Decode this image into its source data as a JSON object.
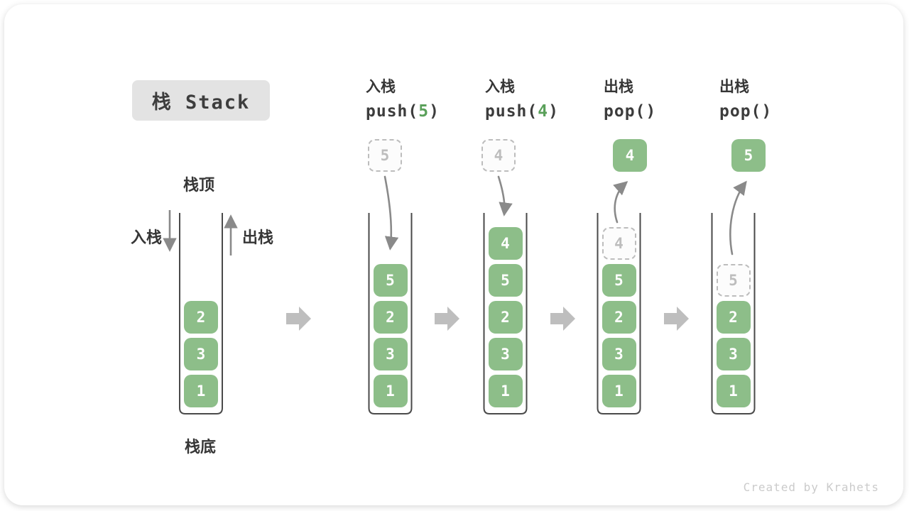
{
  "title": "栈 Stack",
  "watermark": "Created by Krahets",
  "labels": {
    "stack_top": "栈顶",
    "stack_bottom": "栈底",
    "push_side": "入栈",
    "pop_side": "出栈"
  },
  "colors": {
    "block_green": "#8DBE89",
    "code_green": "#5AA05A",
    "block_arrow_gray": "#BEBEBE",
    "curve_arrow_gray": "#8A8A8A",
    "container_dark": "#4A4A4A",
    "ghost_gray": "#BDBDBD",
    "text_dark": "#363636",
    "title_bg": "#E3E3E3",
    "watermark_gray": "#CBCBCB"
  },
  "operations": [
    {
      "label_cn": "入栈",
      "code_pre": "push(",
      "code_arg": "5",
      "code_post": ")"
    },
    {
      "label_cn": "入栈",
      "code_pre": "push(",
      "code_arg": "4",
      "code_post": ")"
    },
    {
      "label_cn": "出栈",
      "code_pre": "pop(",
      "code_arg": "",
      "code_post": ")"
    },
    {
      "label_cn": "出栈",
      "code_pre": "pop(",
      "code_arg": "",
      "code_post": ")"
    }
  ],
  "stacks": [
    {
      "blocks": [
        {
          "value": "2"
        },
        {
          "value": "3"
        },
        {
          "value": "1"
        }
      ]
    },
    {
      "blocks": [
        {
          "value": "5"
        },
        {
          "value": "2"
        },
        {
          "value": "3"
        },
        {
          "value": "1"
        }
      ],
      "floating": {
        "value": "5",
        "style": "dashed"
      },
      "arrow": "push"
    },
    {
      "blocks": [
        {
          "value": "4"
        },
        {
          "value": "5"
        },
        {
          "value": "2"
        },
        {
          "value": "3"
        },
        {
          "value": "1"
        }
      ],
      "floating": {
        "value": "4",
        "style": "dashed"
      },
      "arrow": "push"
    },
    {
      "blocks": [
        {
          "value": "4",
          "ghost": true
        },
        {
          "value": "5"
        },
        {
          "value": "2"
        },
        {
          "value": "3"
        },
        {
          "value": "1"
        }
      ],
      "floating": {
        "value": "4",
        "style": "solid"
      },
      "arrow": "pop"
    },
    {
      "blocks": [
        {
          "value": "5",
          "ghost": true
        },
        {
          "value": "2"
        },
        {
          "value": "3"
        },
        {
          "value": "1"
        }
      ],
      "floating": {
        "value": "5",
        "style": "solid"
      },
      "arrow": "pop"
    }
  ]
}
